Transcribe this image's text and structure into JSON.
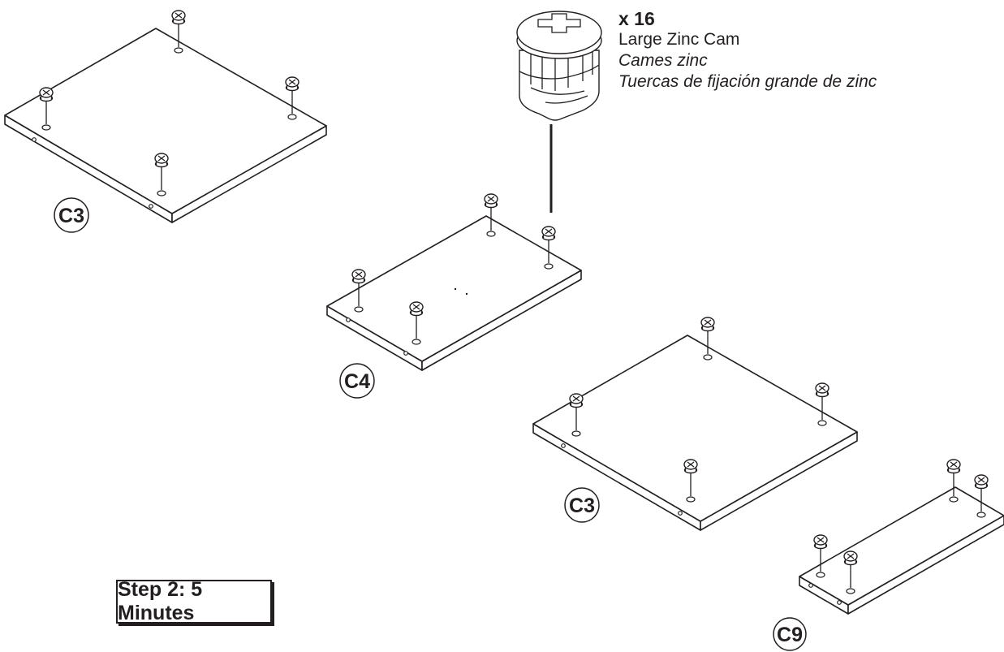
{
  "hardware": {
    "quantity": "x 16",
    "name_en": "Large Zinc Cam",
    "name_fr": "Cames zinc",
    "name_es": "Tuercas de fijación grande de zinc",
    "icon": "cam-lock-icon"
  },
  "panels": [
    {
      "label": "C3",
      "cams": 4
    },
    {
      "label": "C4",
      "cams": 4
    },
    {
      "label": "C3",
      "cams": 4
    },
    {
      "label": "C9",
      "cams": 4
    }
  ],
  "step": {
    "label": "Step 2: 5 Minutes"
  },
  "colors": {
    "line": "#231f20",
    "background": "#ffffff"
  }
}
